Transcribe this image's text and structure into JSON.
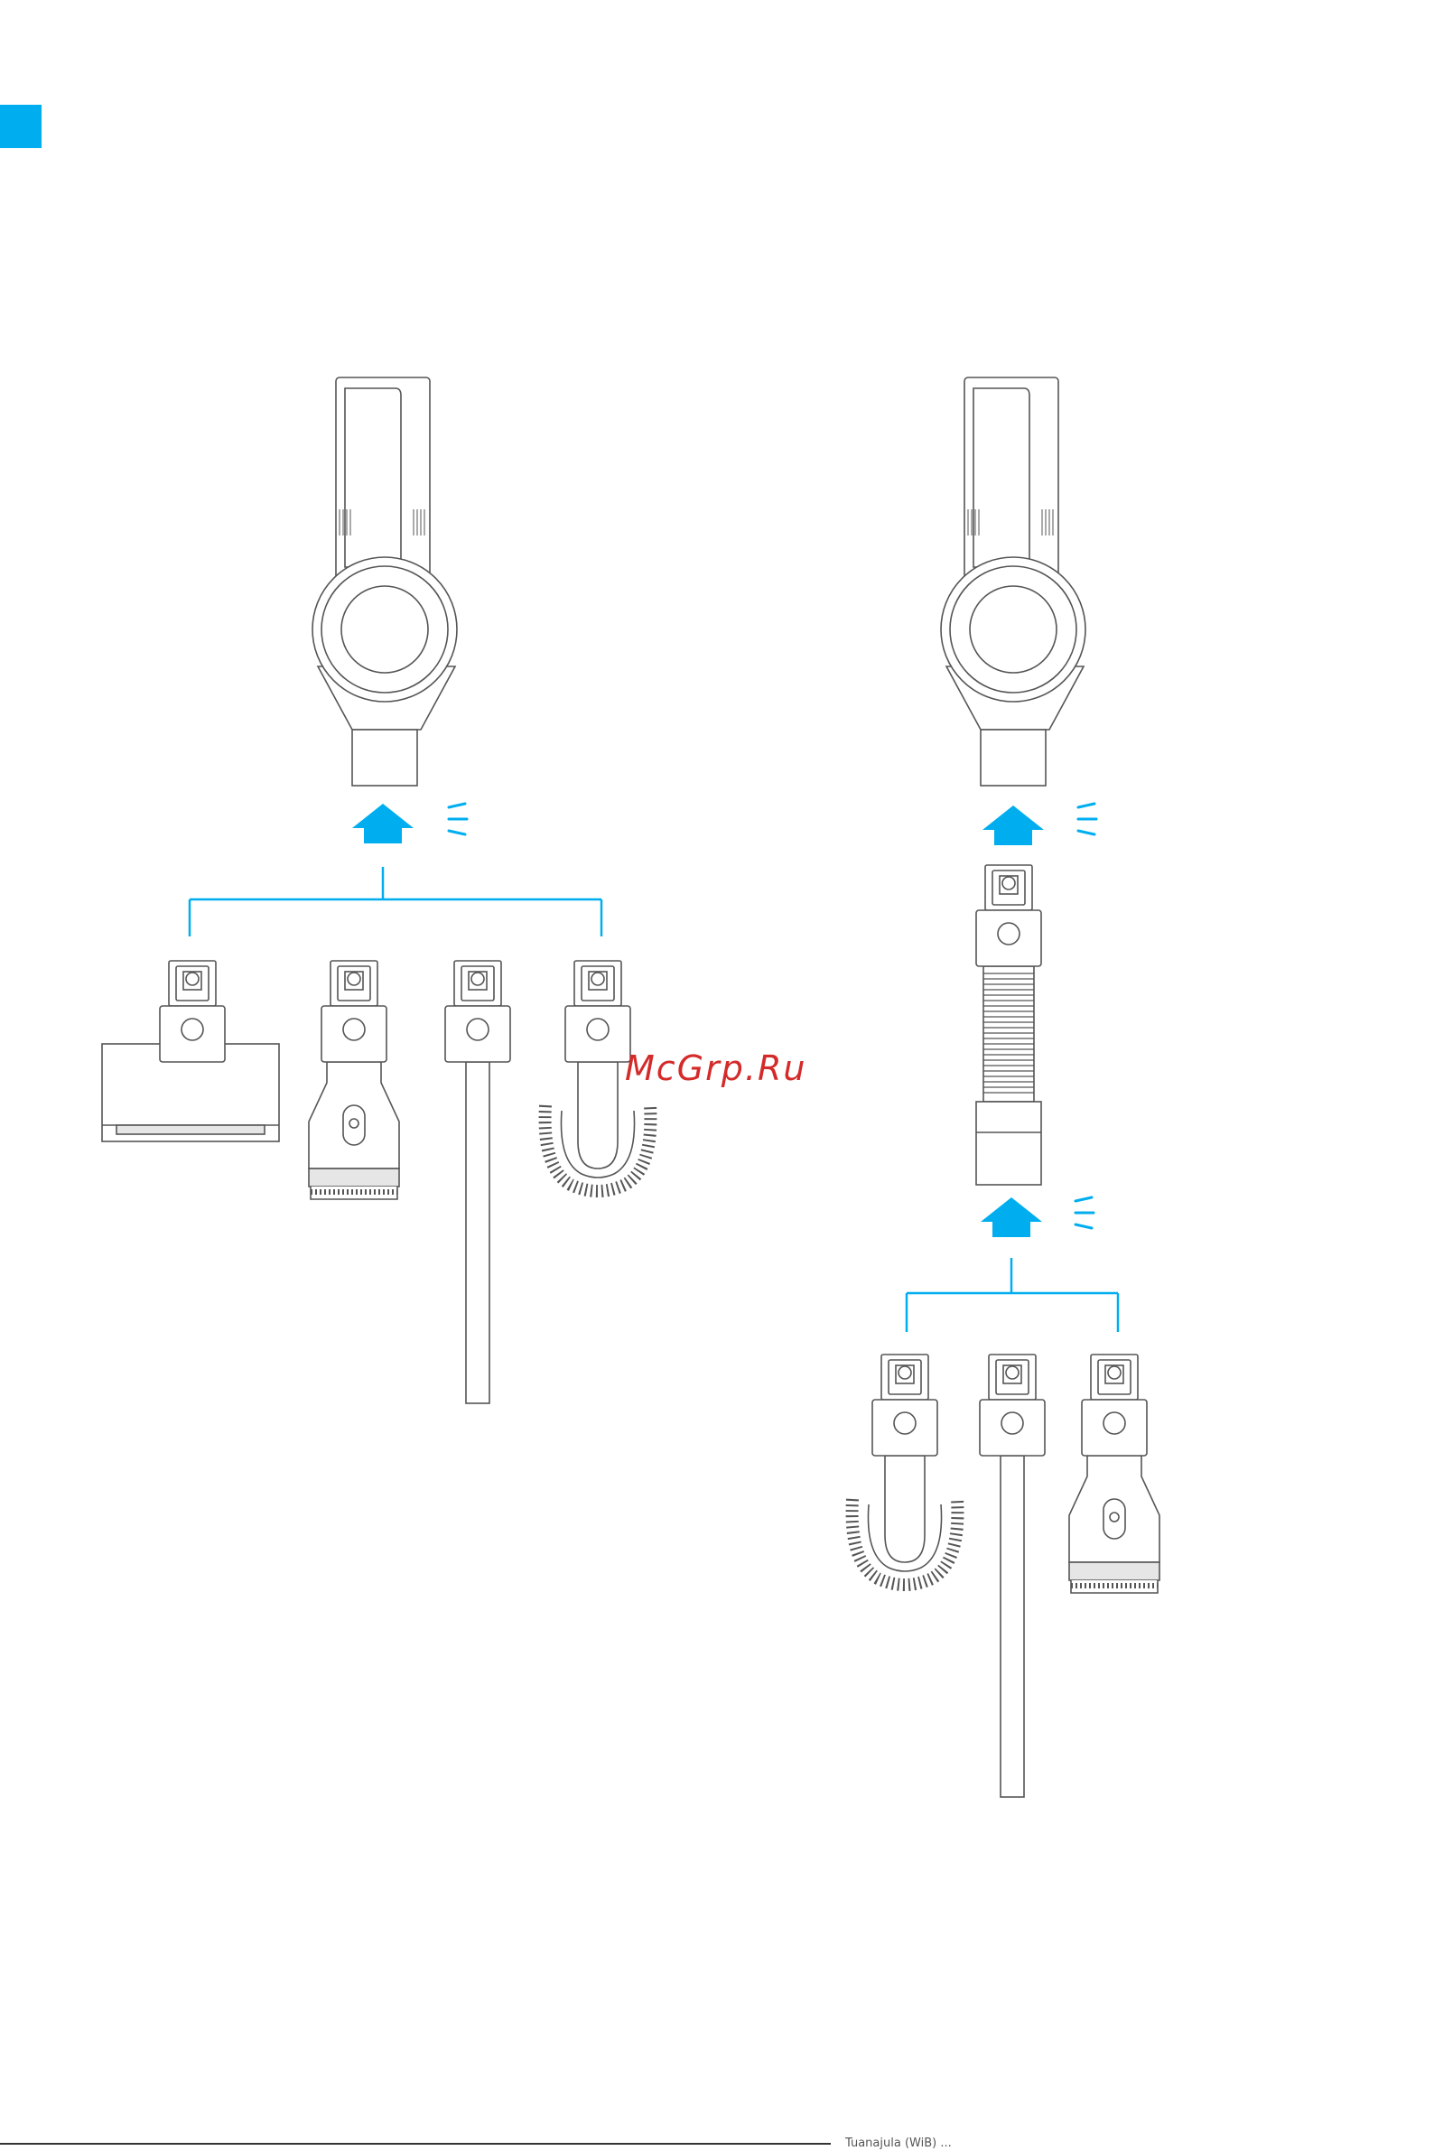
{
  "colors": {
    "accent": "#00aeef",
    "line_art": "#555555",
    "fill_light": "#e6e6e6",
    "fill_dark": "#4d4d4d",
    "watermark": "#d42a2a",
    "footer_rule": "#333333"
  },
  "watermark": {
    "text": "McGrp.Ru"
  },
  "footer": {
    "text": "Tuanajula (WiB) ..."
  },
  "diagram": {
    "left_group": {
      "device": "handheld-vacuum-body",
      "attachments": [
        "motorized-mini-brush",
        "2-in-1-brush-nozzle",
        "crevice-tool",
        "flexible-silicone-brush"
      ]
    },
    "right_group": {
      "device": "handheld-vacuum-body",
      "extension": "flexible-extension-hose",
      "attachments": [
        "flexible-silicone-brush",
        "crevice-tool",
        "2-in-1-brush-nozzle"
      ]
    },
    "icons": [
      "up-arrow-icon",
      "click-sound-icon"
    ]
  }
}
